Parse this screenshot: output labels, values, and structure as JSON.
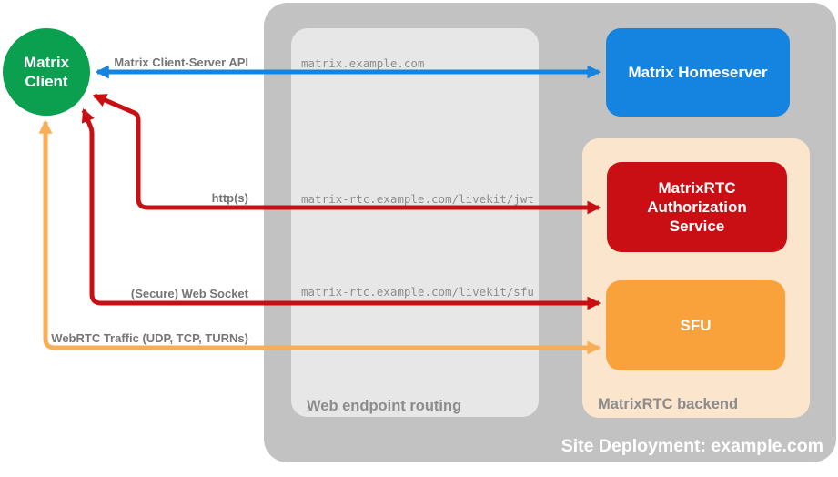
{
  "canvas": {
    "background": "#ffffff"
  },
  "colors": {
    "container_gray": "#c2c2c2",
    "routing_gray": "#e7e7e7",
    "backend_peach": "#fbe5cd",
    "client_green": "#0aa04f",
    "homeserver_blue": "#1484e0",
    "auth_red": "#c90f13",
    "sfu_orange": "#f9a23c",
    "webrtc_arrow_orange": "#f9ad55",
    "edge_label_gray": "#767676",
    "url_gray": "#8e8e8e",
    "section_label_gray": "#8c8c8c"
  },
  "nodes": {
    "client_label": "Matrix Client",
    "homeserver_label": "Matrix Homeserver",
    "auth_label": "MatrixRTC Authorization Service",
    "sfu_label": "SFU"
  },
  "containers": {
    "site_label": "Site Deployment: example.com",
    "routing_label": "Web endpoint routing",
    "backend_label": "MatrixRTC backend"
  },
  "edges": {
    "api_label": "Matrix Client-Server API",
    "api_route": "matrix.example.com",
    "https_label": "http(s)",
    "https_route": "matrix-rtc.example.com/livekit/jwt",
    "ws_label": "(Secure) Web Socket",
    "ws_route": "matrix-rtc.example.com/livekit/sfu",
    "webrtc_label": "WebRTC Traffic (UDP, TCP, TURNs)"
  }
}
